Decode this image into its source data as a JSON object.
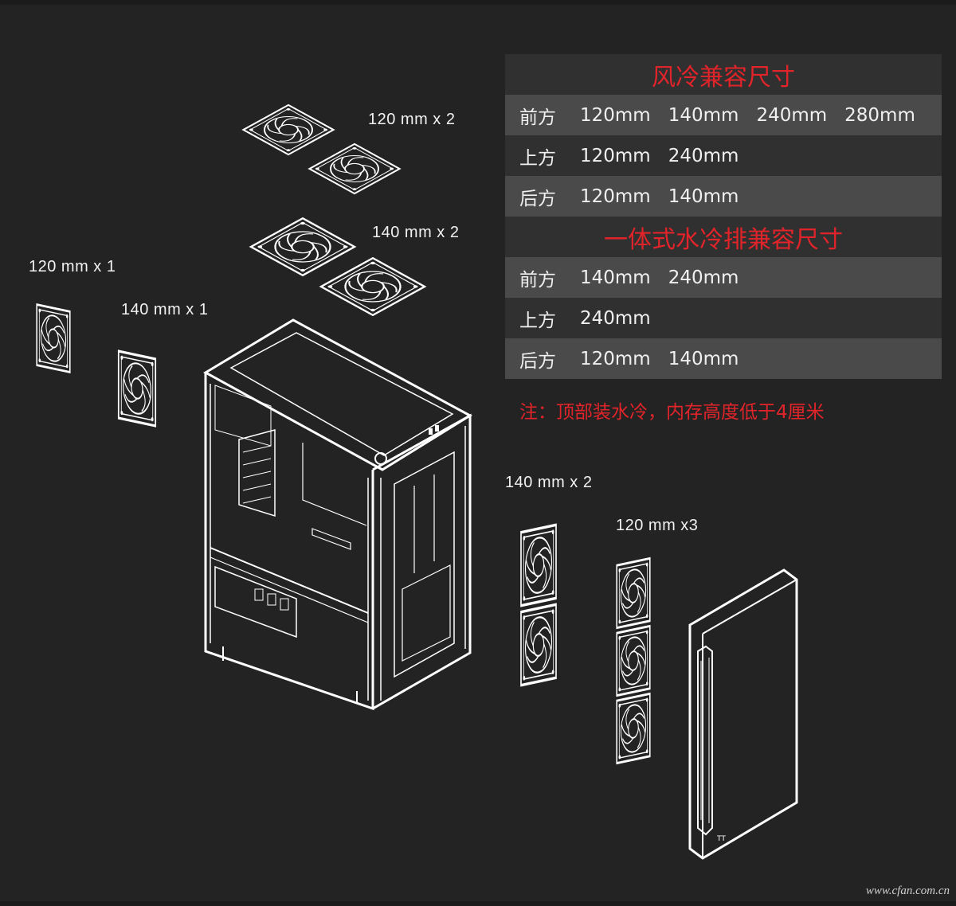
{
  "labels": {
    "top_fans_120": "120 mm x 2",
    "top_fans_140": "140 mm x 2",
    "rear_fan_120": "120 mm x 1",
    "rear_fan_140": "140 mm x 1",
    "front_fans_140": "140 mm x 2",
    "front_fans_120": "120 mm x3"
  },
  "table": {
    "air_title": "风冷兼容尺寸",
    "air_rows": [
      {
        "pos": "前方",
        "values": [
          "120mm",
          "140mm",
          "240mm",
          "280mm"
        ]
      },
      {
        "pos": "上方",
        "values": [
          "120mm",
          "240mm"
        ]
      },
      {
        "pos": "后方",
        "values": [
          "120mm",
          "140mm"
        ]
      }
    ],
    "water_title": "一体式水冷排兼容尺寸",
    "water_rows": [
      {
        "pos": "前方",
        "values": [
          "140mm",
          "240mm"
        ]
      },
      {
        "pos": "上方",
        "values": [
          "240mm"
        ]
      },
      {
        "pos": "后方",
        "values": [
          "120mm",
          "140mm"
        ]
      }
    ]
  },
  "note": "注：顶部装水冷，内存高度低于4厘米",
  "watermark": "www.cfan.com.cn",
  "colors": {
    "background": "#232323",
    "accent_red": "#e0242a",
    "row_light": "#4a4a4a",
    "row_dark": "#303030"
  }
}
